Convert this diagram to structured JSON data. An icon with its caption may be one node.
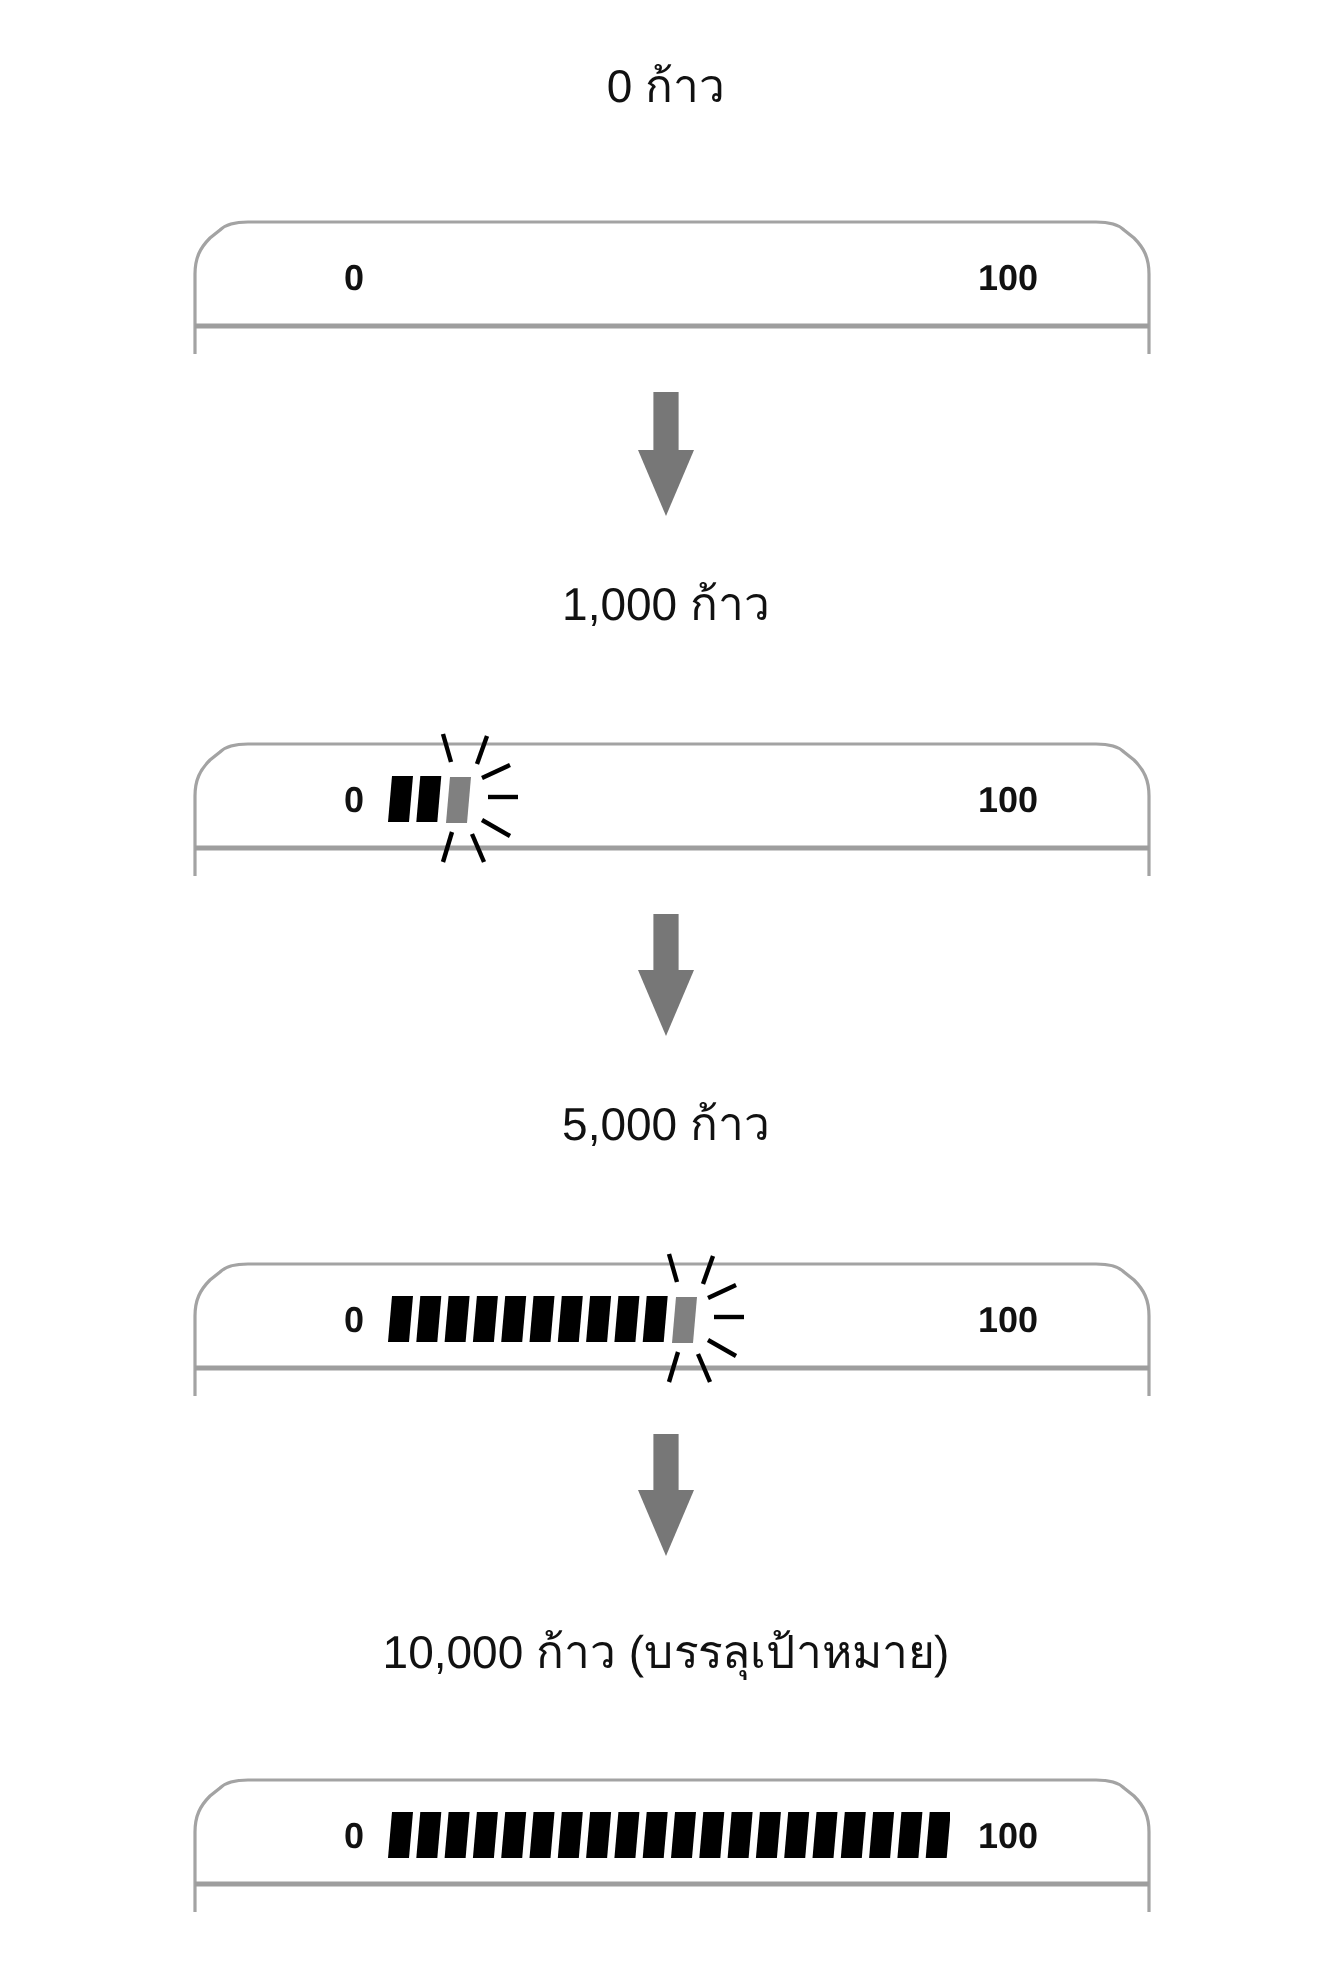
{
  "diagram": {
    "nodes": [
      {
        "text": [
          "0 ก้าว",
          "0",
          "100"
        ]
      },
      {
        "text": [
          "1,000 ก้าว",
          "0",
          "100"
        ]
      },
      {
        "text": [
          "5,000 ก้าว",
          "0",
          "100"
        ]
      },
      {
        "text": [
          "10,000 ก้าว (บรรลุเป้าหมาย)",
          "0",
          "100"
        ]
      }
    ],
    "edges": [
      {
        "from": 0,
        "to": 1,
        "arrow": "to"
      },
      {
        "from": 1,
        "to": 2,
        "arrow": "to"
      },
      {
        "from": 2,
        "to": 3,
        "arrow": "to"
      }
    ]
  }
}
